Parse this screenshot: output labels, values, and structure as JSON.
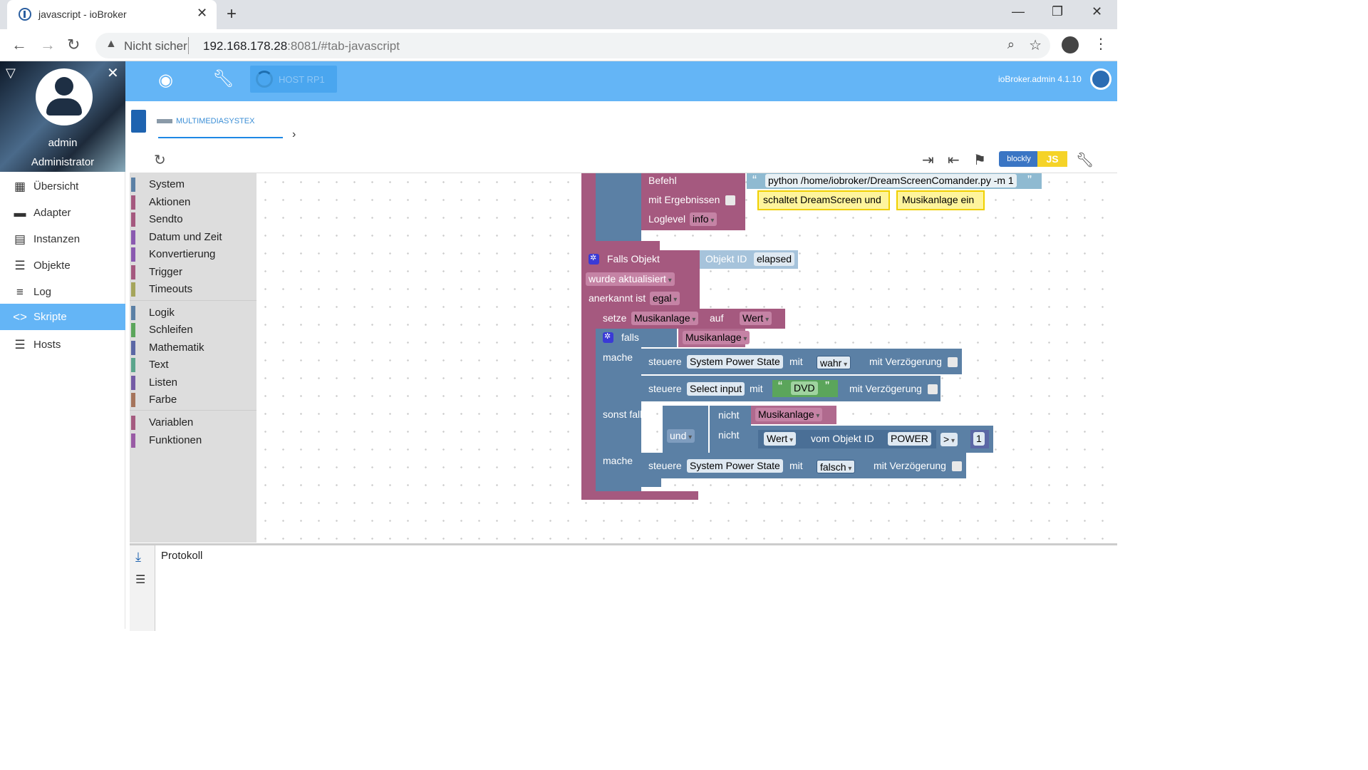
{
  "browser": {
    "tab_title": "javascript - ioBroker",
    "tab_close": "✕",
    "new_tab": "+",
    "security_label": "Nicht sicher",
    "url_host": "192.168.178.28",
    "url_rest": ":8081/#tab-javascript"
  },
  "sidebar": {
    "user_name": "admin",
    "user_role": "Administrator",
    "items": [
      {
        "label": "Übersicht",
        "icon": "grid-icon"
      },
      {
        "label": "Adapter",
        "icon": "store-icon"
      },
      {
        "label": "Instanzen",
        "icon": "instances-icon"
      },
      {
        "label": "Objekte",
        "icon": "list-icon"
      },
      {
        "label": "Log",
        "icon": "log-icon"
      },
      {
        "label": "Skripte",
        "icon": "code-icon"
      },
      {
        "label": "Hosts",
        "icon": "hosts-icon"
      }
    ],
    "active_item": "Skripte"
  },
  "topbar": {
    "host_label": "HOST RP1",
    "version": "ioBroker.admin 4.1.10"
  },
  "editor": {
    "script_tab": "MULTIMEDIASYSTE",
    "script_tab_close": "X",
    "blockly_badge": "blockly",
    "js_badge": "JS",
    "log_title": "Protokoll"
  },
  "toolbox": {
    "groups": [
      [
        {
          "label": "System",
          "color": "#5b80a5"
        },
        {
          "label": "Aktionen",
          "color": "#a5597f"
        },
        {
          "label": "Sendto",
          "color": "#a5597f"
        },
        {
          "label": "Datum und Zeit",
          "color": "#8a5ab0"
        },
        {
          "label": "Konvertierung",
          "color": "#8a5ab0"
        },
        {
          "label": "Trigger",
          "color": "#a5597f"
        },
        {
          "label": "Timeouts",
          "color": "#a5a55b"
        }
      ],
      [
        {
          "label": "Logik",
          "color": "#5b80a5"
        },
        {
          "label": "Schleifen",
          "color": "#5ba55b"
        },
        {
          "label": "Mathematik",
          "color": "#5b67a5"
        },
        {
          "label": "Text",
          "color": "#5ba58c"
        },
        {
          "label": "Listen",
          "color": "#745ba5"
        },
        {
          "label": "Farbe",
          "color": "#a5745b"
        }
      ],
      [
        {
          "label": "Variablen",
          "color": "#a55b80"
        },
        {
          "label": "Funktionen",
          "color": "#995ba5"
        }
      ]
    ]
  },
  "blocks": {
    "exec_befehl": "Befehl",
    "exec_cmd": "python /home/iobroker/DreamScreenComander.py -m 1",
    "exec_result": "mit Ergebnissen",
    "exec_loglevel": "Loglevel",
    "exec_loglevel_val": "info",
    "comment1": "schaltet DreamScreen und",
    "comment2": "Musikanlage ein",
    "trigger_falls": "Falls Objekt",
    "trigger_objid": "Objekt ID",
    "trigger_objval": "elapsed",
    "trigger_updated": "wurde aktualisiert",
    "trigger_ack": "anerkannt ist",
    "trigger_ack_val": "egal",
    "set_setze": "setze",
    "set_var": "Musikanlage",
    "set_auf": "auf",
    "set_val": "Wert",
    "if_falls": "falls",
    "if_var": "Musikanlage",
    "mache1": "mache",
    "ctl1_steuere": "steuere",
    "ctl1_obj": "System Power State",
    "ctl1_mit": "mit",
    "ctl1_val": "wahr",
    "ctl1_delay": "mit Verzögerung",
    "ctl2_steuere": "steuere",
    "ctl2_obj": "Select input",
    "ctl2_mit": "mit",
    "ctl2_val": "DVD",
    "ctl2_delay": "mit Verzögerung",
    "elseif": "sonst falls",
    "und": "und",
    "nicht1": "nicht",
    "nicht1_var": "Musikanlage",
    "nicht2": "nicht",
    "cmp_wert": "Wert",
    "cmp_vom": "vom Objekt ID",
    "cmp_obj": "POWER",
    "cmp_op": ">",
    "cmp_num": "1",
    "mache2": "mache",
    "ctl3_steuere": "steuere",
    "ctl3_obj": "System Power State",
    "ctl3_mit": "mit",
    "ctl3_val": "falsch",
    "ctl3_delay": "mit Verzögerung"
  }
}
